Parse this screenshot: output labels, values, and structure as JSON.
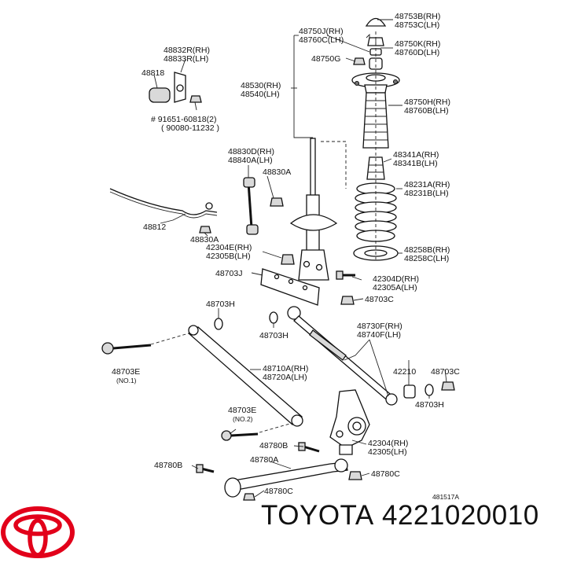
{
  "labels": {
    "l48753b": "48753B(RH)",
    "l48753c": "48753C(LH)",
    "l48750j": "48750J(RH)",
    "l48760c": "48760C(LH)",
    "l48750k": "48750K(RH)",
    "l48760d": "48760D(LH)",
    "l48750g": "48750G",
    "l48832r": "48832R(RH)",
    "l48833r": "48833R(LH)",
    "l48818": "48818",
    "l91651": "# 91651-60818(2)",
    "l90080": "( 90080-11232 )",
    "l48530": "48530(RH)",
    "l48540": "48540(LH)",
    "l48750h": "48750H(RH)",
    "l48760b": "48760B(LH)",
    "l48830d": "48830D(RH)",
    "l48840a": "48840A(LH)",
    "l48341a": "48341A(RH)",
    "l48341b": "48341B(LH)",
    "l48830a_1": "48830A",
    "l48231a": "48231A(RH)",
    "l48231b": "48231B(LH)",
    "l48812": "48812",
    "l48830a_2": "48830A",
    "l42304e": "42304E(RH)",
    "l42305b": "42305B(LH)",
    "l48258b": "48258B(RH)",
    "l48258c": "48258C(LH)",
    "l48703j": "48703J",
    "l42304d": "42304D(RH)",
    "l42305a": "42305A(LH)",
    "l48703c_1": "48703C",
    "l48703h_1": "48703H",
    "l48730f": "48730F(RH)",
    "l48740f": "48740F(LH)",
    "l48703h_2": "48703H",
    "l48703e_1": "48703E",
    "l_no1": "(NO.1)",
    "l48710a": "48710A(RH)",
    "l48720a": "48720A(LH)",
    "l42210": "42210",
    "l48703c_2": "48703C",
    "l48703h_3": "48703H",
    "l48703e_2": "48703E",
    "l_no2": "(NO.2)",
    "l48780b_1": "48780B",
    "l42304": "42304(RH)",
    "l42305": "42305(LH)",
    "l48780a": "48780A",
    "l48780b_2": "48780B",
    "l48780c_1": "48780C",
    "l48780c_2": "48780C",
    "l481517a": "481517A"
  },
  "footer": {
    "brand": "TOYOTA",
    "part_number": "4221020010"
  },
  "colors": {
    "logo": "#e2001a",
    "ink": "#111111"
  },
  "icons": {
    "logo": "toyota-logo-icon"
  }
}
